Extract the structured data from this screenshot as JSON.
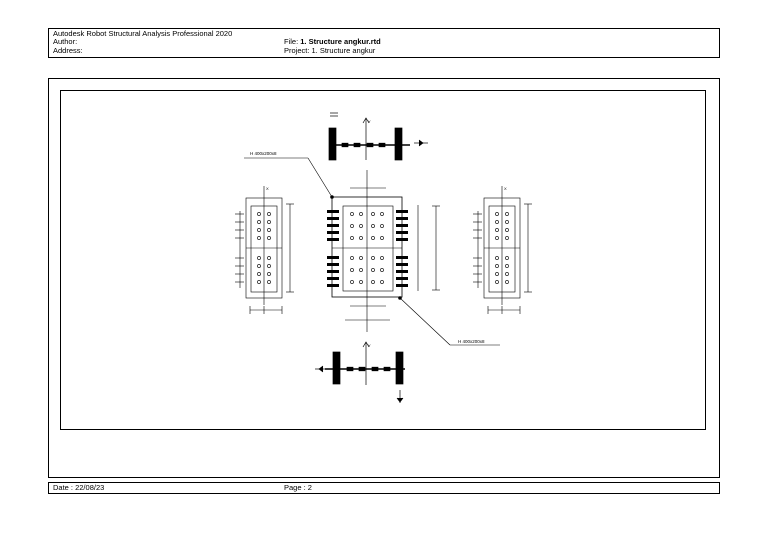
{
  "header": {
    "software": "Autodesk Robot Structural Analysis Professional 2020",
    "author_label": "Author:",
    "address_label": "Address:",
    "file_label": "File:",
    "file_name": "1. Structure angkur.rtd",
    "project": "Project: 1. Structure angkur"
  },
  "footer": {
    "date": "Date : 22/08/23",
    "page": "Page : 2"
  },
  "drawing": {
    "section_label_left": "H 400x200x8",
    "section_label_right": "H 400x200x8",
    "axis_y": "Y",
    "axis_x": "X"
  }
}
